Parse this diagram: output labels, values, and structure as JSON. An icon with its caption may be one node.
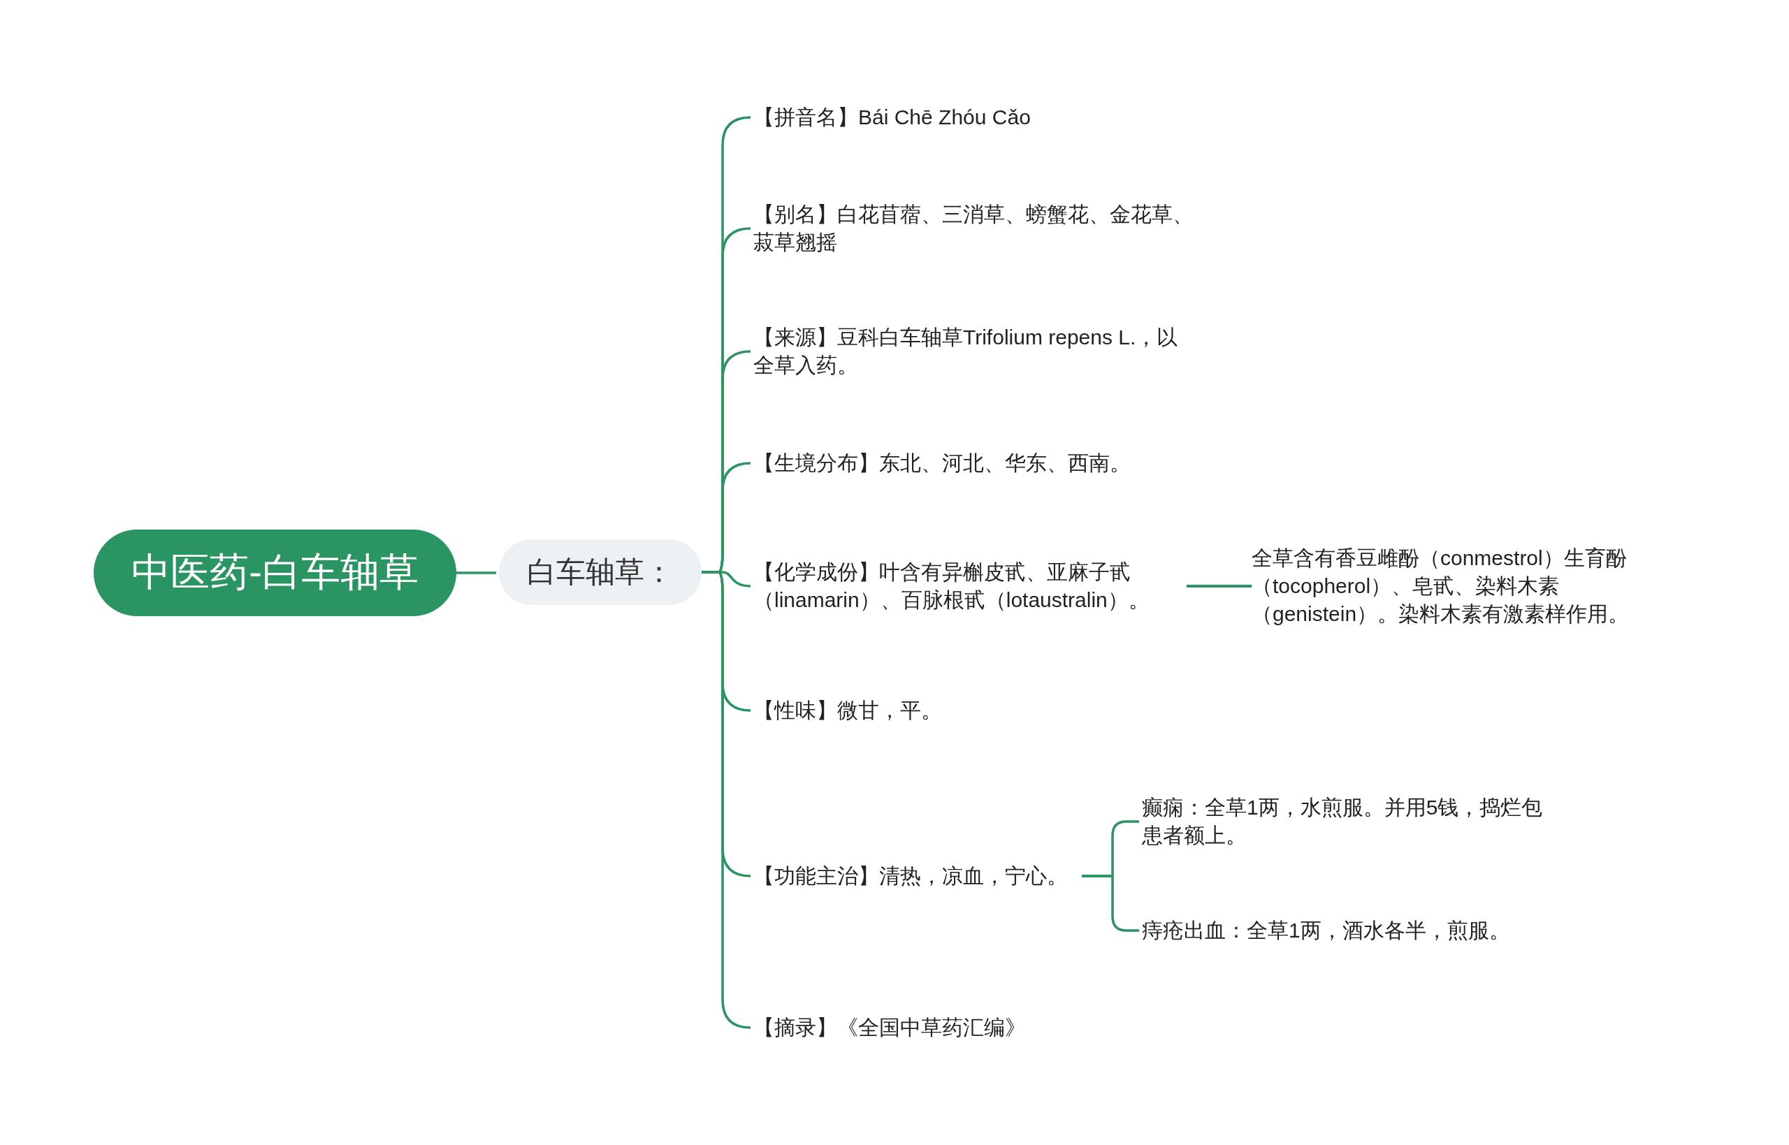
{
  "diagram": {
    "nodes": [
      {
        "text": [
          "中医药-白车轴草"
        ]
      },
      {
        "text": [
          "白车轴草："
        ]
      },
      {
        "text": [
          "【拼音名】Bái Chē Zhóu Cǎo"
        ]
      },
      {
        "text": [
          "【别名】白花苜蓿、三消草、螃蟹花、金花草、菽草翘摇"
        ]
      },
      {
        "text": [
          "【来源】豆科白车轴草Trifolium repens L.，以全草入药。"
        ]
      },
      {
        "text": [
          "【生境分布】东北、河北、华东、西南。"
        ]
      },
      {
        "text": [
          "【化学成份】叶含有异槲皮甙、亚麻子甙（linamarin）、百脉根甙（lotaustralin）。"
        ]
      },
      {
        "text": [
          "全草含有香豆雌酚（conmestrol）生育酚（tocopherol）、皂甙、染料木素（genistein）。染料木素有激素样作用。"
        ]
      },
      {
        "text": [
          "【性味】微甘，平。"
        ]
      },
      {
        "text": [
          "【功能主治】清热，凉血，宁心。"
        ]
      },
      {
        "text": [
          "癫痫：全草1两，水煎服。并用5钱，捣烂包患者额上。"
        ]
      },
      {
        "text": [
          "痔疮出血：全草1两，酒水各半，煎服。"
        ]
      },
      {
        "text": [
          "【摘录】《全国中草药汇编》"
        ]
      }
    ],
    "edges": [
      {
        "from": 0,
        "to": 1,
        "arrow": "none"
      },
      {
        "from": 1,
        "to": 2,
        "arrow": "none"
      },
      {
        "from": 1,
        "to": 3,
        "arrow": "none"
      },
      {
        "from": 1,
        "to": 4,
        "arrow": "none"
      },
      {
        "from": 1,
        "to": 5,
        "arrow": "none"
      },
      {
        "from": 1,
        "to": 6,
        "arrow": "none"
      },
      {
        "from": 6,
        "to": 7,
        "arrow": "none"
      },
      {
        "from": 1,
        "to": 8,
        "arrow": "none"
      },
      {
        "from": 1,
        "to": 9,
        "arrow": "none"
      },
      {
        "from": 9,
        "to": 10,
        "arrow": "none"
      },
      {
        "from": 9,
        "to": 11,
        "arrow": "none"
      },
      {
        "from": 1,
        "to": 12,
        "arrow": "none"
      }
    ]
  }
}
